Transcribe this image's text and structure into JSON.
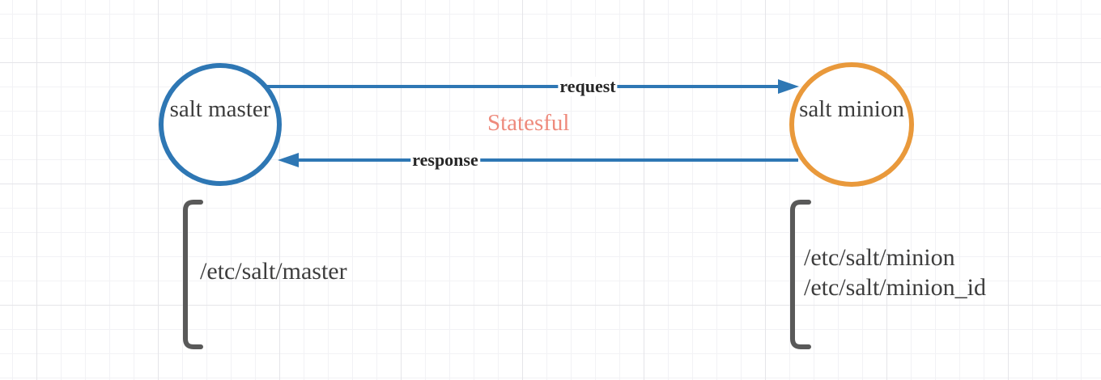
{
  "nodes": {
    "master": {
      "label": "salt master",
      "color": "#2e77b4"
    },
    "minion": {
      "label": "salt minion",
      "color": "#e9993b"
    }
  },
  "edges": {
    "request": {
      "label": "request",
      "color": "#2e77b4"
    },
    "response": {
      "label": "response",
      "color": "#2e77b4"
    }
  },
  "center_label": {
    "text": "Statesful",
    "color": "#ee8a7c"
  },
  "configs": {
    "master": {
      "lines": [
        "/etc/salt/master"
      ],
      "bracket_color": "#595959"
    },
    "minion": {
      "lines": [
        "/etc/salt/minion",
        "/etc/salt/minion_id"
      ],
      "bracket_color": "#595959"
    }
  },
  "grid": {
    "minor_color": "#f2f2f5",
    "major_color": "#e5e5e9"
  }
}
